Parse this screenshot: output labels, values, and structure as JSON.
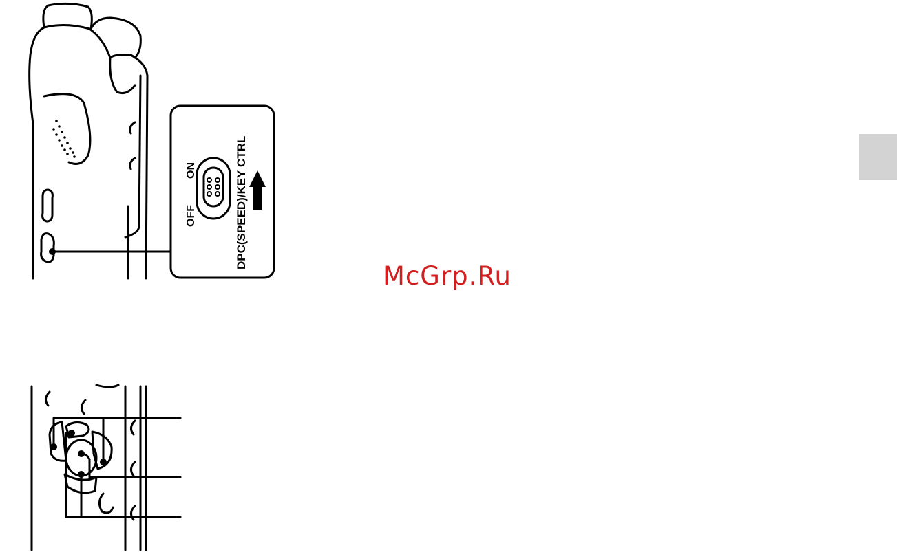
{
  "switch_callout": {
    "off_label": "OFF",
    "on_label": "ON",
    "switch_name": "DPC(SPEED)/KEY CTRL"
  },
  "watermark": {
    "text": "McGrp.Ru"
  }
}
